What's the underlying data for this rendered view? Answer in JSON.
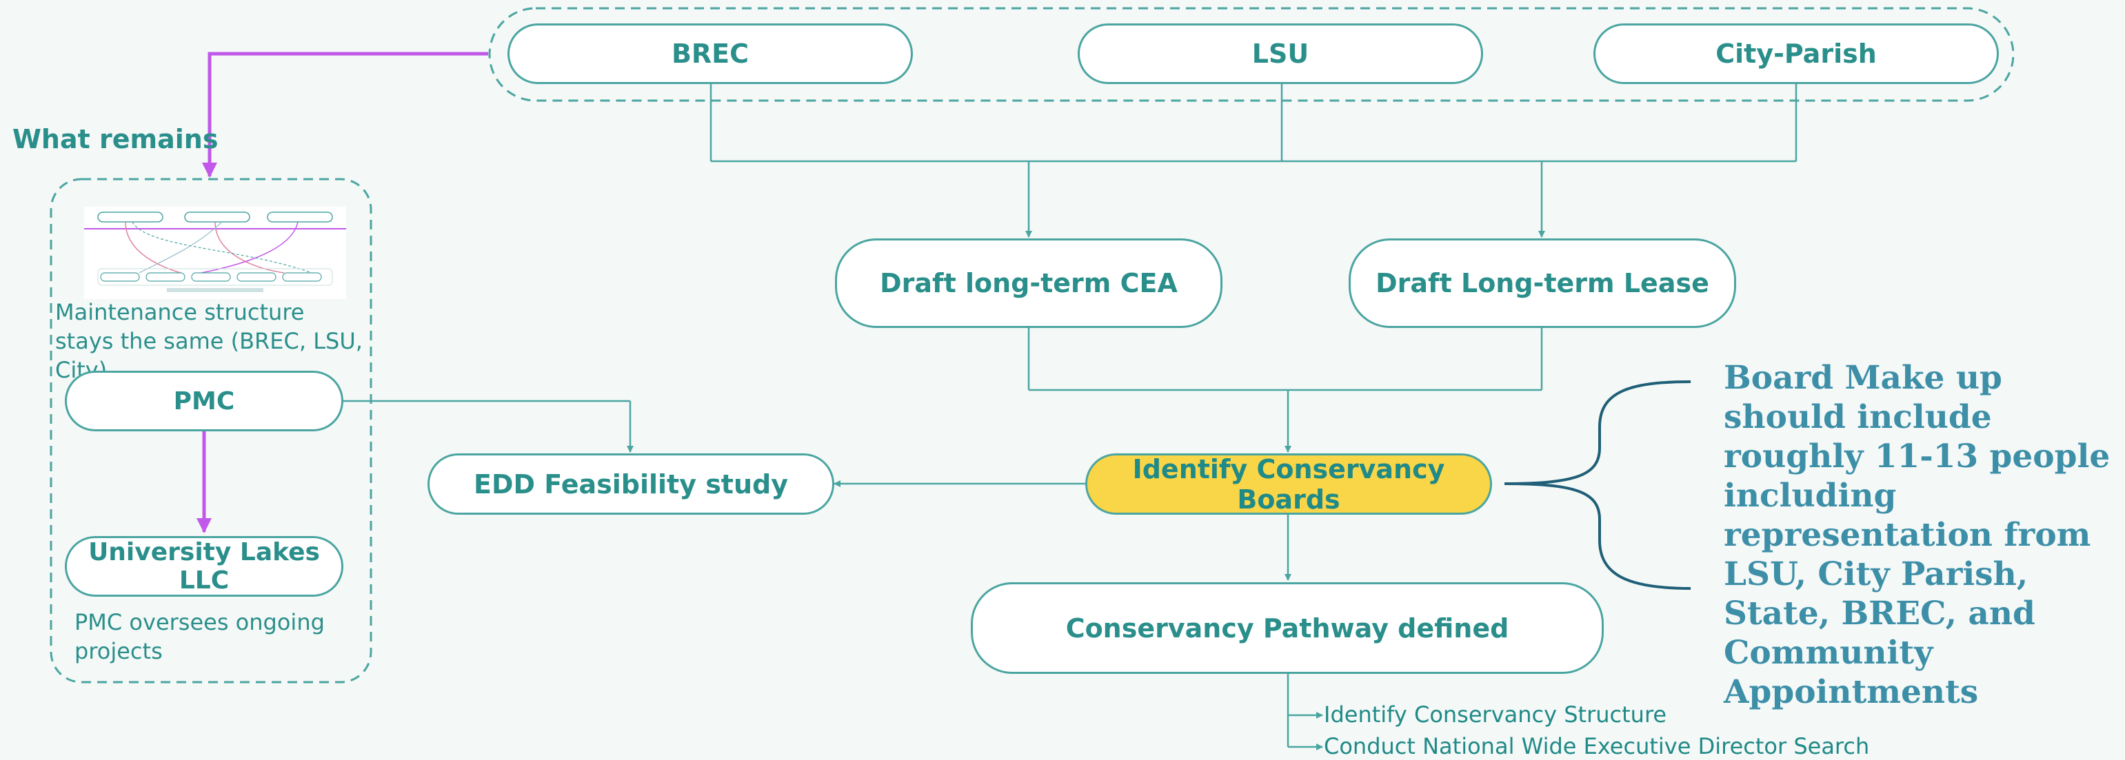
{
  "entities": {
    "brec": "BREC",
    "lsu": "LSU",
    "city_parish": "City-Parish"
  },
  "drafts": {
    "cea": "Draft long-term CEA",
    "lease": "Draft Long-term Lease"
  },
  "center": {
    "identify_boards": "Identify Conservancy Boards",
    "pathway": "Conservancy Pathway defined",
    "edd": "EDD Feasibility study"
  },
  "what_remains": {
    "heading": "What remains",
    "maintenance_text": "Maintenance structure stays the same (BREC, LSU, City)",
    "pmc": "PMC",
    "llc": "University Lakes LLC",
    "oversees_text": "PMC oversees ongoing projects"
  },
  "next_steps": [
    "Identify Conservancy Structure",
    "Conduct National Wide Executive Director Search"
  ],
  "board_note": "Board Make up should include roughly 11-13 people including representation from LSU, City Parish, State, BREC, and Community Appointments",
  "colors": {
    "teal": "#4aa5a1",
    "teal_text": "#2a8f8b",
    "highlight": "#f9d548",
    "purple_arrow": "#c158ea",
    "note_text": "#3d8fa8",
    "brace": "#1f5f77"
  }
}
